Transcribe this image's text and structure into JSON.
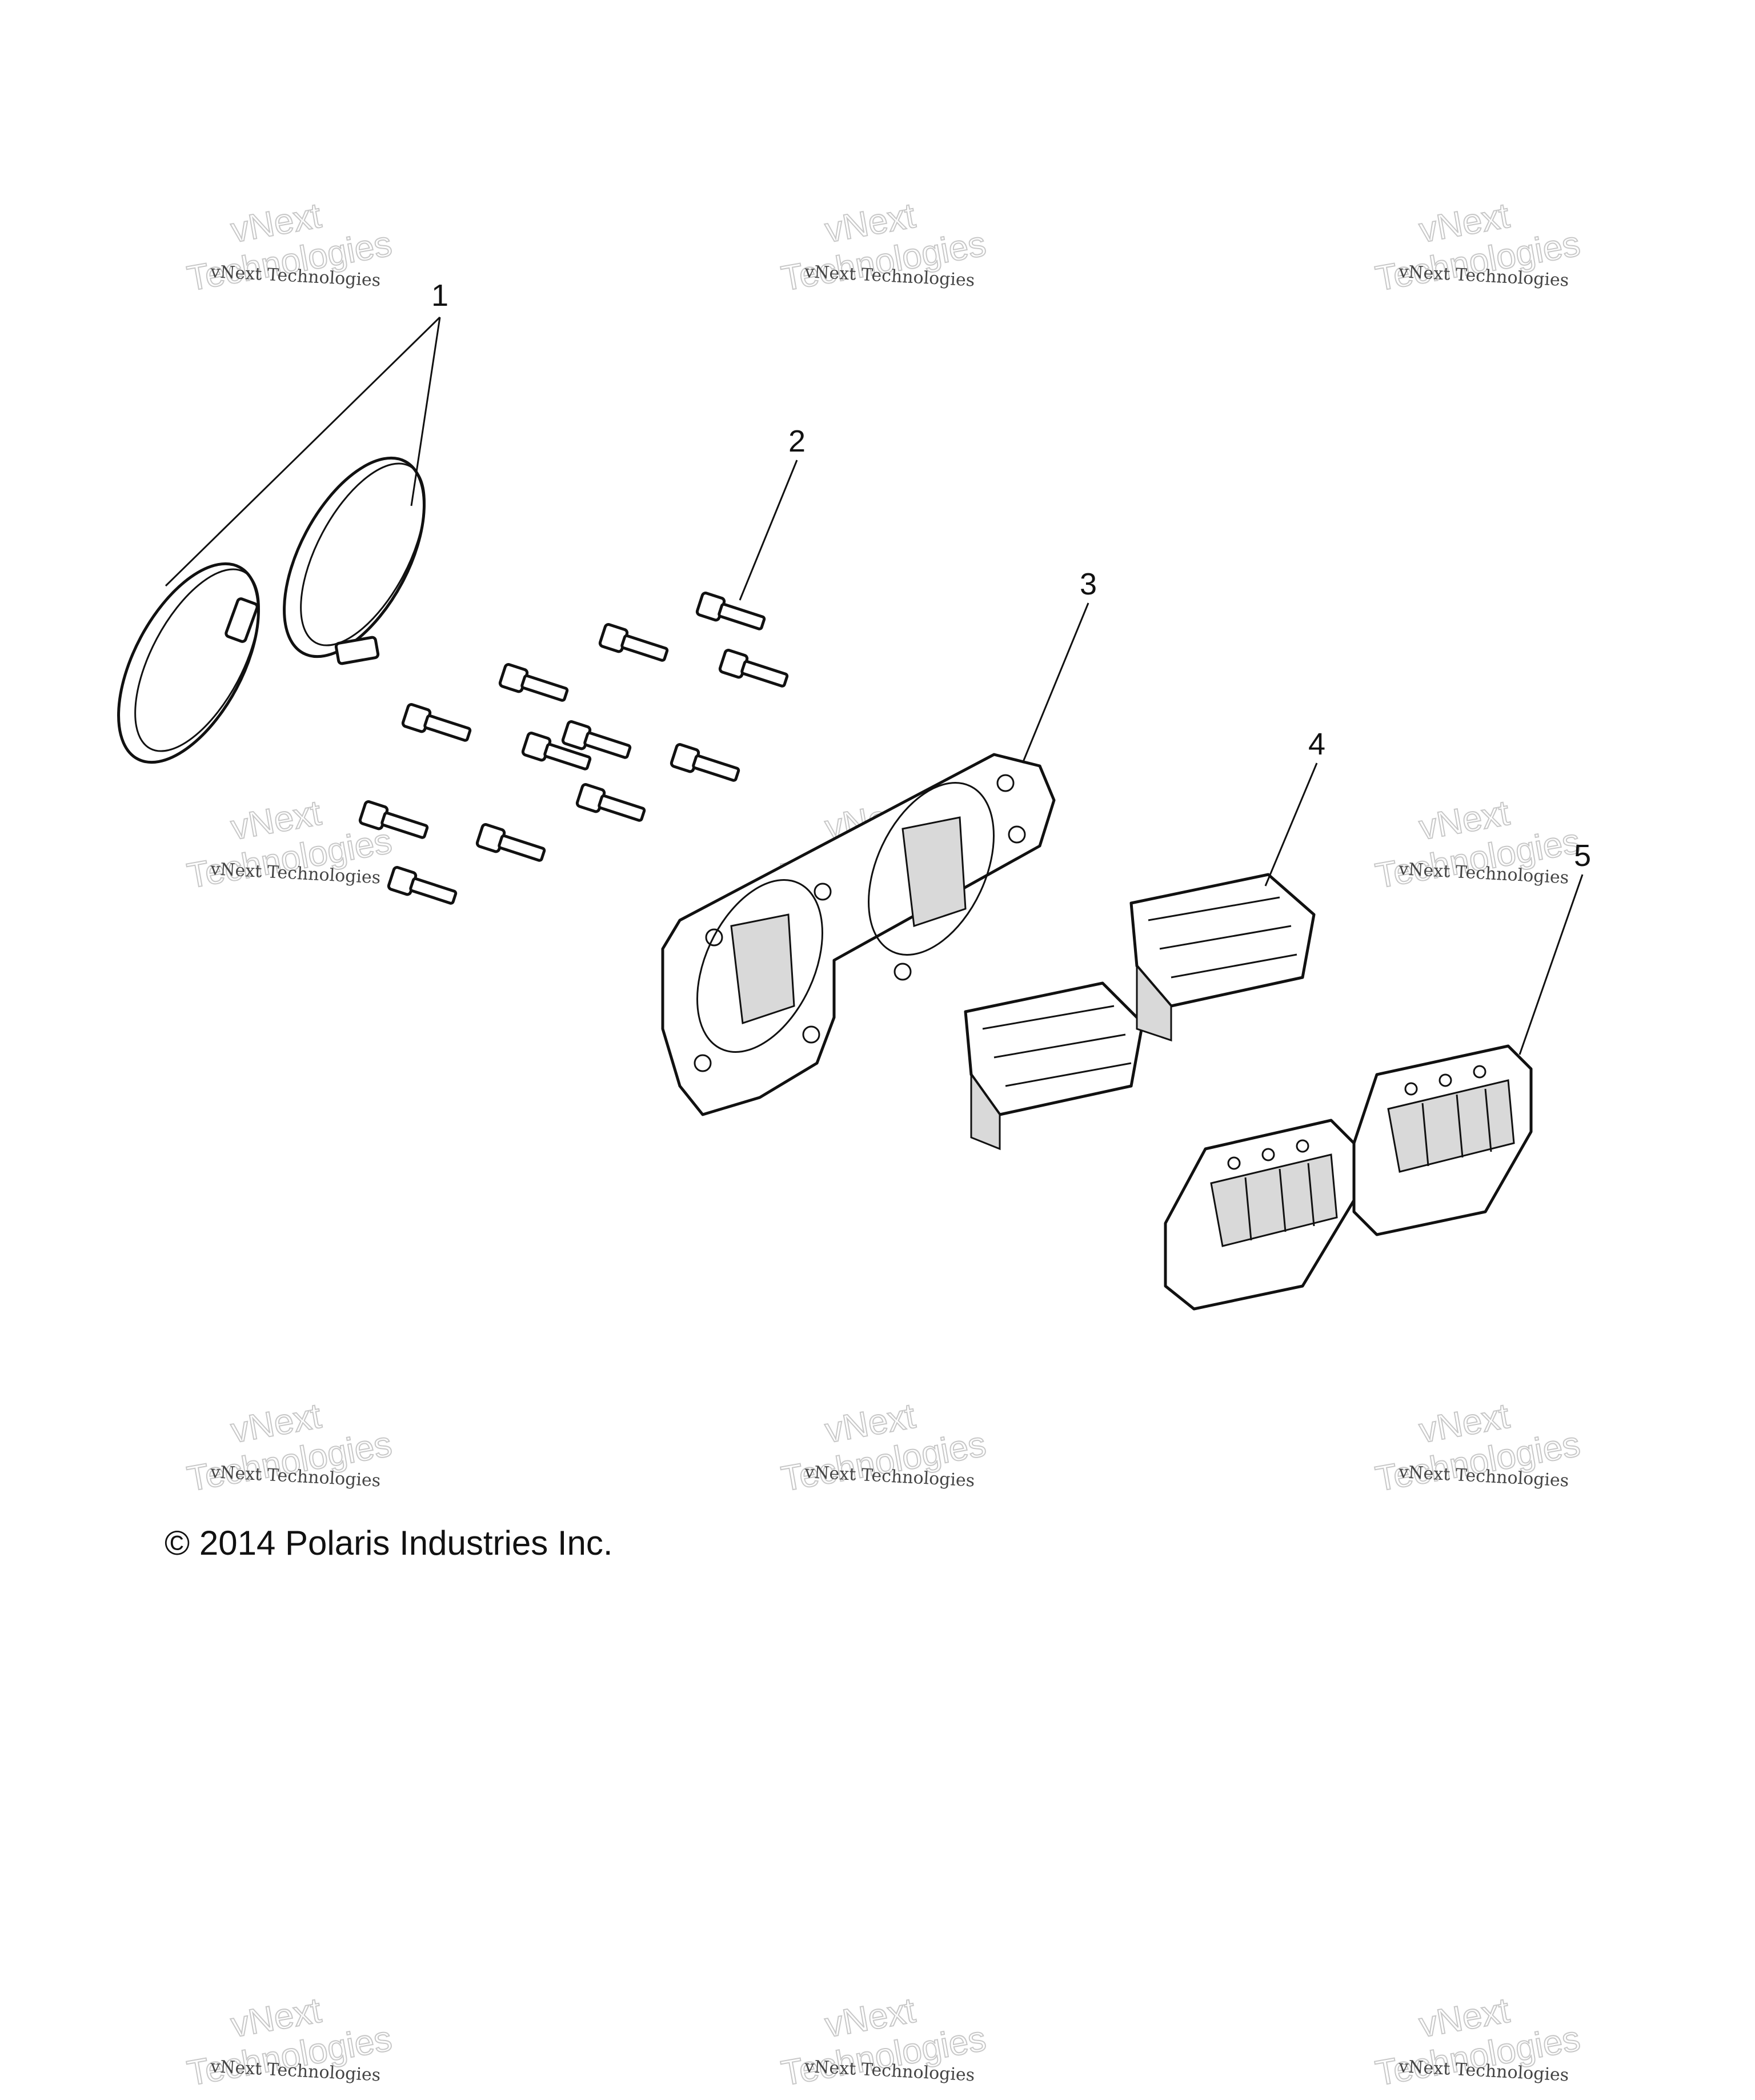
{
  "watermark": {
    "small_text": "vNext Technologies",
    "big_top": "vNext",
    "big_bottom": "Technologies"
  },
  "callouts": [
    "1",
    "2",
    "3",
    "4",
    "5"
  ],
  "copyright": "© 2014 Polaris Industries Inc."
}
